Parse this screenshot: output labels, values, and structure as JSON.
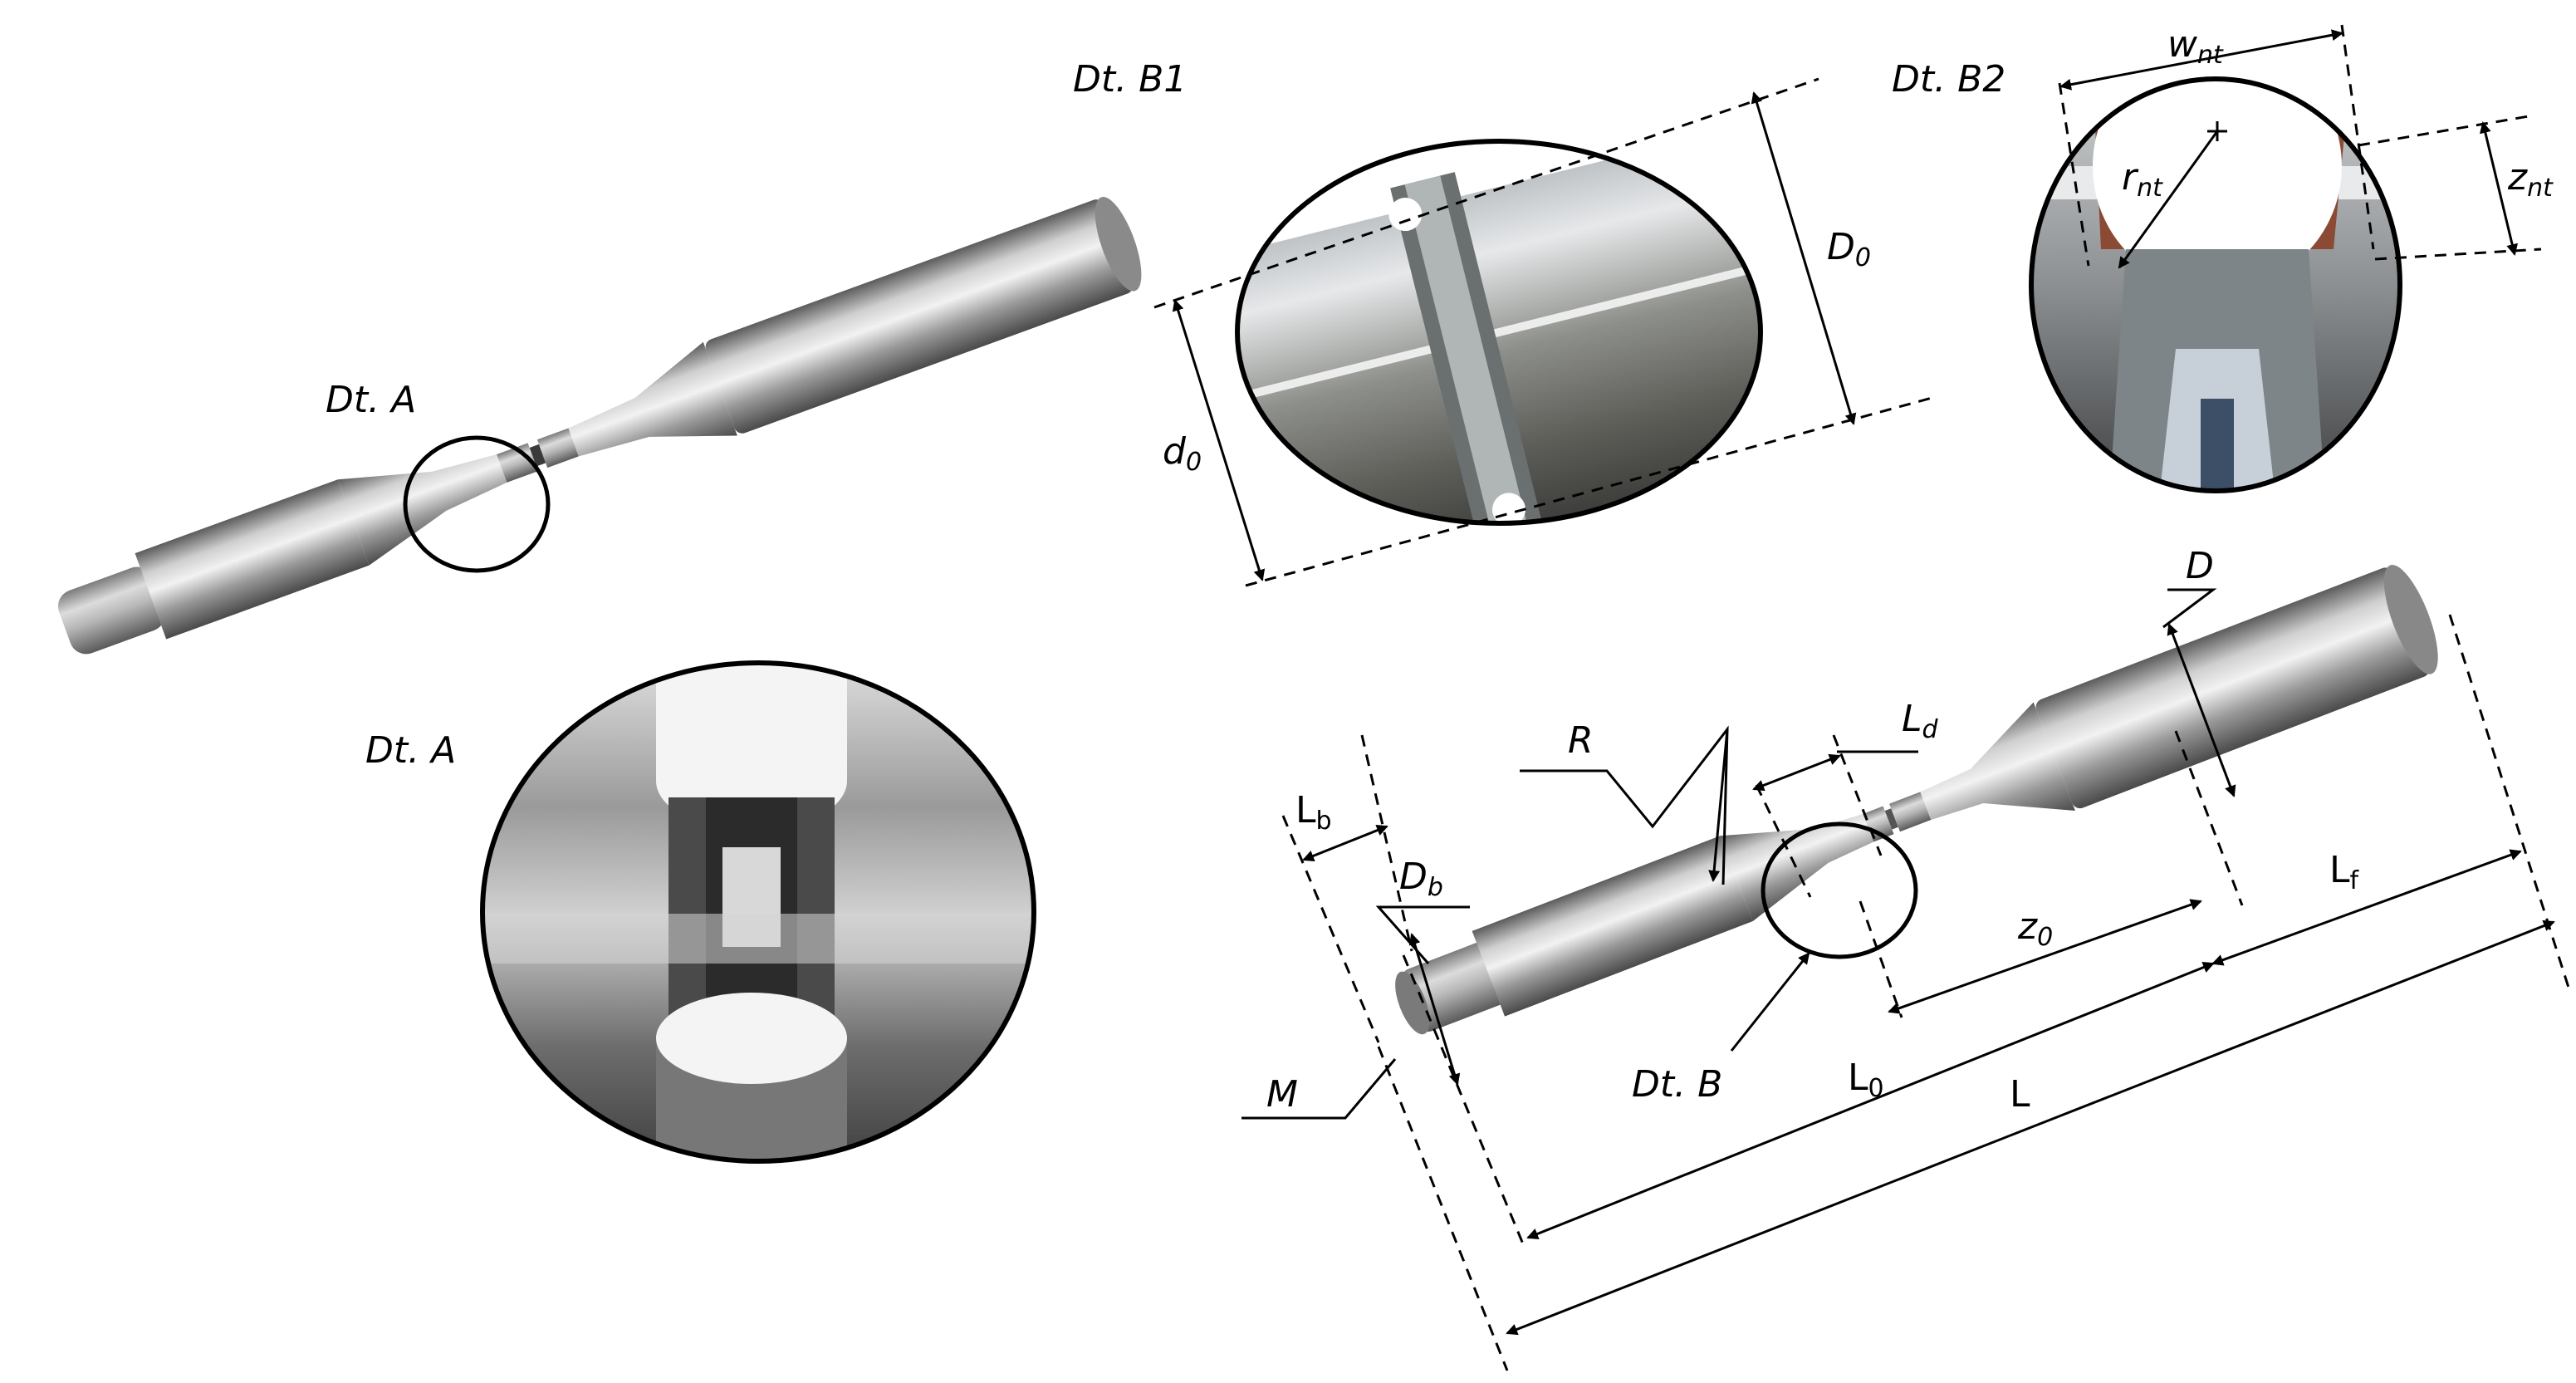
{
  "labels": {
    "dtA_top": "Dt. A",
    "dtA_bottom": "Dt. A",
    "dtB1": "Dt. B1",
    "dtB2": "Dt. B2",
    "dtB": "Dt. B",
    "D0": {
      "main": "D",
      "sub": "0"
    },
    "d0": {
      "main": "d",
      "sub": "0"
    },
    "wnt": {
      "main": "w",
      "sub": "nt"
    },
    "rnt": {
      "main": "r",
      "sub": "nt"
    },
    "znt": {
      "main": "z",
      "sub": "nt"
    },
    "D": "D",
    "R": "R",
    "Ld": {
      "main": "L",
      "sub": "d"
    },
    "Lb": {
      "main": "L",
      "sub": "b"
    },
    "Db": {
      "main": "D",
      "sub": "b"
    },
    "Lf": {
      "main": "L",
      "sub": "f"
    },
    "z0": {
      "main": "z",
      "sub": "0"
    },
    "L0": {
      "main": "L",
      "sub": "0"
    },
    "L": "L",
    "M": "M"
  },
  "colors": {
    "steel_light": "#d8d8d8",
    "steel_mid": "#a9a9a9",
    "steel_dark": "#6a6a6a",
    "notch_red": "#8a4a34",
    "ink": "#000000"
  }
}
